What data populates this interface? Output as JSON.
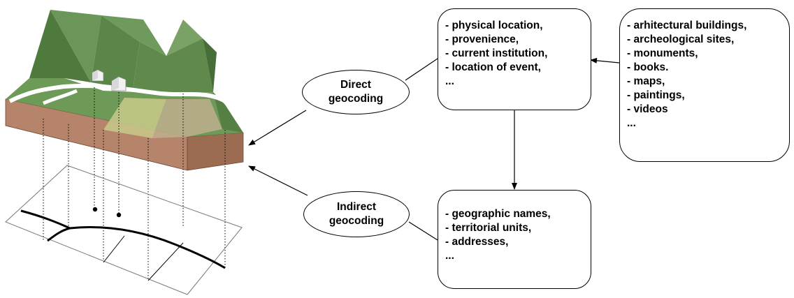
{
  "nodes": {
    "direct": {
      "label_line1": "Direct",
      "label_line2": "geocoding"
    },
    "indirect": {
      "label_line1": "Indirect",
      "label_line2": "geocoding"
    }
  },
  "boxes": {
    "direct_refs": {
      "items": [
        "- physical location,",
        "- provenience,",
        "- current institution,",
        "- location of event,",
        "..."
      ]
    },
    "objects": {
      "items": [
        "- arhitectural buildings,",
        "- archeological sites,",
        "- monuments,",
        "- books.",
        "- maps,",
        "- paintings,",
        "- videos",
        "..."
      ]
    },
    "indirect_refs": {
      "items": [
        "- geographic names,",
        "- territorial units,",
        "- addresses,",
        "..."
      ]
    }
  },
  "colors": {
    "terrain_green": "#5f8a4c",
    "terrain_dark": "#476d38",
    "soil": "#b5846a",
    "field_yellow": "#c9c98a",
    "field_beige": "#bfae8e",
    "road": "#ffffff"
  }
}
